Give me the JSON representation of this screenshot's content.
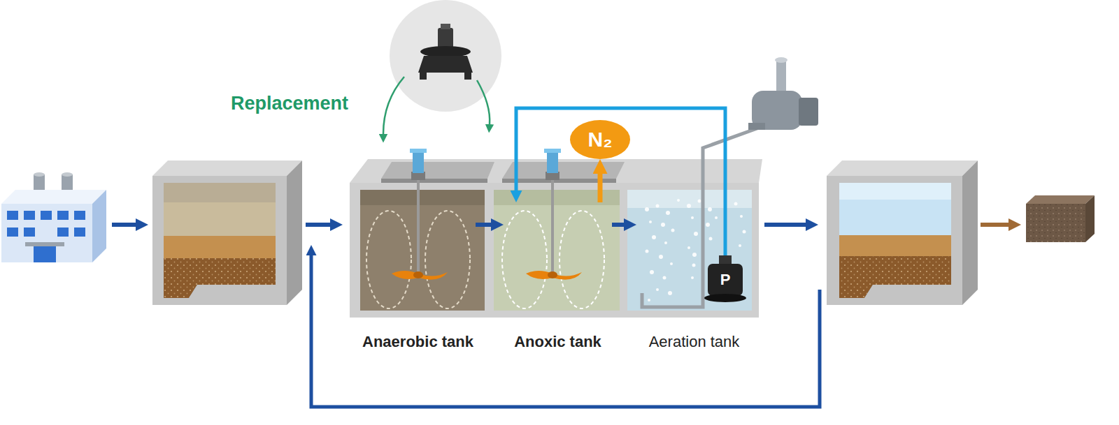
{
  "diagram": {
    "nodes": [
      {
        "text": [
          "Anaerobic tank"
        ]
      },
      {
        "text": [
          "Anoxic tank"
        ]
      },
      {
        "text": [
          "Aeration tank"
        ]
      },
      {
        "text": [
          "N₂"
        ]
      }
    ],
    "edges": [
      {
        "from": 0,
        "to": 1,
        "arrow": "to"
      },
      {
        "from": 1,
        "to": 2,
        "arrow": "to"
      },
      {
        "from": 2,
        "to": 1,
        "arrow": "to"
      },
      {
        "from": 1,
        "to": 3,
        "arrow": "to"
      }
    ],
    "labels": [
      "Replacement",
      "P"
    ]
  }
}
